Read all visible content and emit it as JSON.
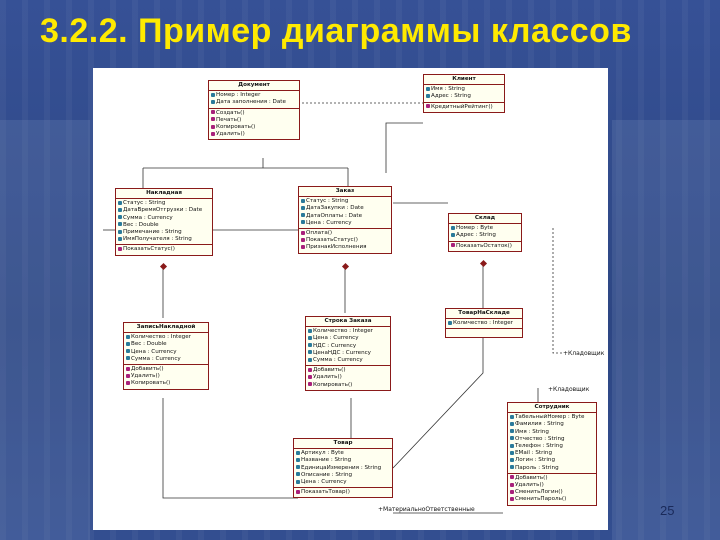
{
  "slide": {
    "title": "3.2.2. Пример диаграммы классов",
    "page_number": "25"
  },
  "diagram": {
    "classes": [
      {
        "id": "dokument",
        "name": "Документ",
        "attributes": [
          "Номер : Integer",
          "Дата заполнения : Date"
        ],
        "operations": [
          "Создать()",
          "Печать()",
          "Копировать()",
          "Удалить()"
        ]
      },
      {
        "id": "klient",
        "name": "Клиент",
        "attributes": [
          "Имя : String",
          "Адрес : String"
        ],
        "operations": [
          "КредитныйРейтинг()"
        ]
      },
      {
        "id": "nakladnaya",
        "name": "Накладная",
        "attributes": [
          "Статус : String",
          "ДатаВремяОтгрузки : Date",
          "Сумма : Currency",
          "Вес : Double",
          "Примечание : String",
          "ИмяПолучателя : String"
        ],
        "operations": [
          "ПоказатьСтатус()"
        ]
      },
      {
        "id": "zakaz",
        "name": "Заказ",
        "attributes": [
          "Статус : String",
          "ДатаЗакупки : Date",
          "ДатаОплаты : Date",
          "Цена : Currency"
        ],
        "operations": [
          "Оплата()",
          "ПоказатьСтатус()",
          "ПризнакИсполнения"
        ]
      },
      {
        "id": "sklad",
        "name": "Склад",
        "attributes": [
          "Номер : Byte",
          "Адрес : String"
        ],
        "operations": [
          "ПоказатьОстаток()"
        ]
      },
      {
        "id": "zapis",
        "name": "ЗаписьНакладной",
        "attributes": [
          "Количество : Integer",
          "Вес : Double",
          "Цена : Currency",
          "Сумма : Currency"
        ],
        "operations": [
          "Добавить()",
          "Удалить()",
          "Копировать()"
        ]
      },
      {
        "id": "stroka",
        "name": "Строка Заказа",
        "attributes": [
          "Количество : Integer",
          "Цена : Currency",
          "НДС : Currency",
          "ЦенаНДС : Currency",
          "Сумма : Currency"
        ],
        "operations": [
          "Добавить()",
          "Удалить()",
          "Копировать()"
        ]
      },
      {
        "id": "tovarnasklade",
        "name": "ТоварНаСкладе",
        "attributes": [
          "Количество : Integer"
        ],
        "operations": []
      },
      {
        "id": "tovar",
        "name": "Товар",
        "attributes": [
          "Артикул : Byte",
          "Название : String",
          "ЕдиницаИзмерения : String",
          "Описание : String",
          "Цена : Currency"
        ],
        "operations": [
          "ПоказатьТовар()"
        ]
      },
      {
        "id": "sotrudnik",
        "name": "Сотрудник",
        "attributes": [
          "ТабельныйНомер : Byte",
          "Фамилия : String",
          "Имя : String",
          "Отчество : String",
          "Телефон : String",
          "EMail : String",
          "Логин : String",
          "Пароль : String"
        ],
        "operations": [
          "Добавить()",
          "Удалить()",
          "СменитьЛогин()",
          "СменитьПароль()"
        ]
      }
    ],
    "role_labels": {
      "kladovshik": "+Кладовщик",
      "kladovshik_yes": "+Кладовщик",
      "material": "+МатериальноОтветственные"
    }
  }
}
